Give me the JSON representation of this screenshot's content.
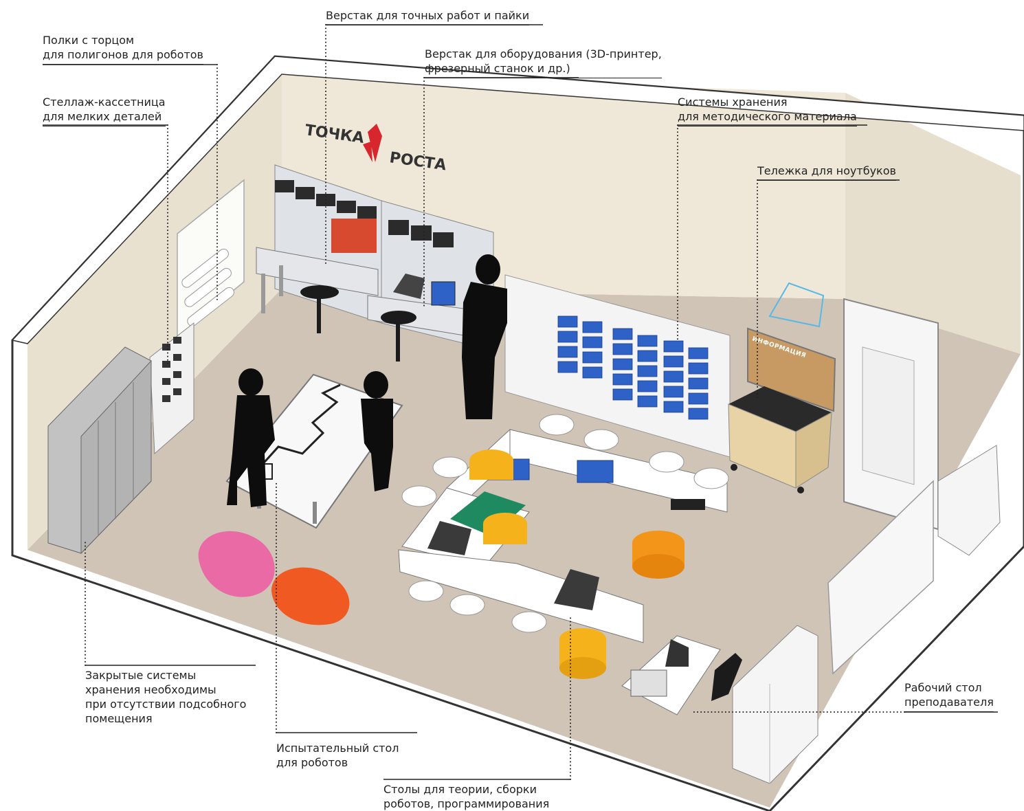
{
  "labels": {
    "workbench_precision": "Верстак для точных работ и пайки",
    "shelves_polygons": "Полки с торцом\nдля полигонов для роботов",
    "workbench_equipment": "Верстак для оборудования (3D-принтер,\nфрезерный станок и др.)",
    "rack_cassette": "Стеллаж-кассетница\nдля мелких деталей",
    "storage_methodical": "Системы хранения\nдля методического материала",
    "laptop_cart": "Тележка для ноутбуков",
    "closed_storage": "Закрытые системы\nхранения необходимы\nпри отсутствии подсобного\nпомещения",
    "test_table": "Испытательный стол\nдля роботов",
    "teacher_desk": "Рабочий стол\nпреподавателя",
    "theory_tables": "Столы для теории, сборки\nроботов, программирования"
  },
  "logo": {
    "line1": "ТОЧКА",
    "line2": "РОСТА",
    "accent_color": "#d7262d"
  },
  "board_sign": "ИНФОРМАЦИЯ",
  "colors": {
    "wall": "#efe8d8",
    "floor": "#cfc4b6",
    "storage_blue": "#2e62c7",
    "bin_red": "#d84a2f",
    "pouf_yellow": "#f6b21a",
    "pouf_orange": "#f39519",
    "beanbag_pink": "#ea6aa6",
    "beanbag_orange": "#f05a22",
    "mat_green": "#1f8a5f",
    "cabinet_gray": "#b3b3b3",
    "cart_wood": "#e7d3a6"
  }
}
